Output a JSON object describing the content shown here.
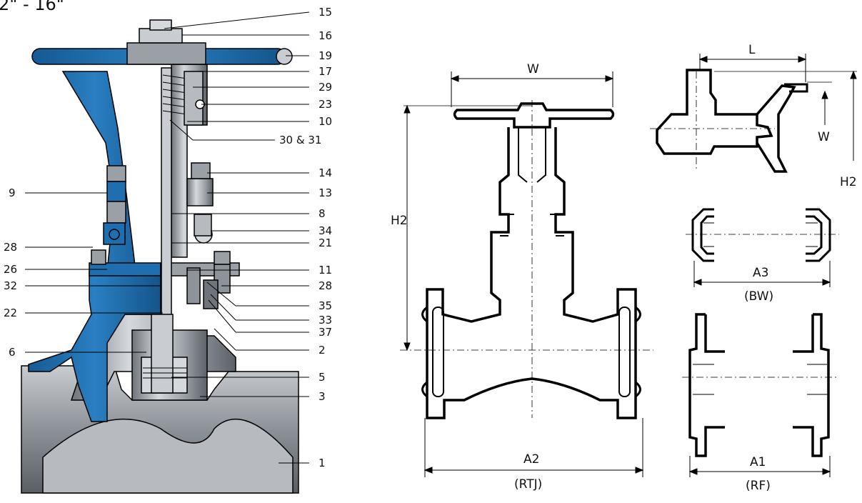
{
  "title": "2\" - 16\"",
  "callouts_right": [
    "15",
    "16",
    "19",
    "17",
    "29",
    "23",
    "10",
    "30 & 31",
    "14",
    "13",
    "8",
    "34",
    "21",
    "11",
    "28",
    "35",
    "33",
    "37",
    "2",
    "5",
    "3",
    "1"
  ],
  "callouts_left": [
    "9",
    "28",
    "26",
    "32",
    "22",
    "6"
  ],
  "dimensions": {
    "front_width": "W",
    "front_height": "H2",
    "front_face": "A2",
    "front_face_type": "(RTJ)",
    "gear_length": "L",
    "gear_width": "W",
    "gear_height": "H2",
    "bw_face": "A3",
    "bw_type": "(BW)",
    "rf_face": "A1",
    "rf_type": "(RF)"
  },
  "colors": {
    "casting_blue": "#1f6fb0",
    "steel_grey": "#8e9399",
    "outline": "#000000"
  }
}
